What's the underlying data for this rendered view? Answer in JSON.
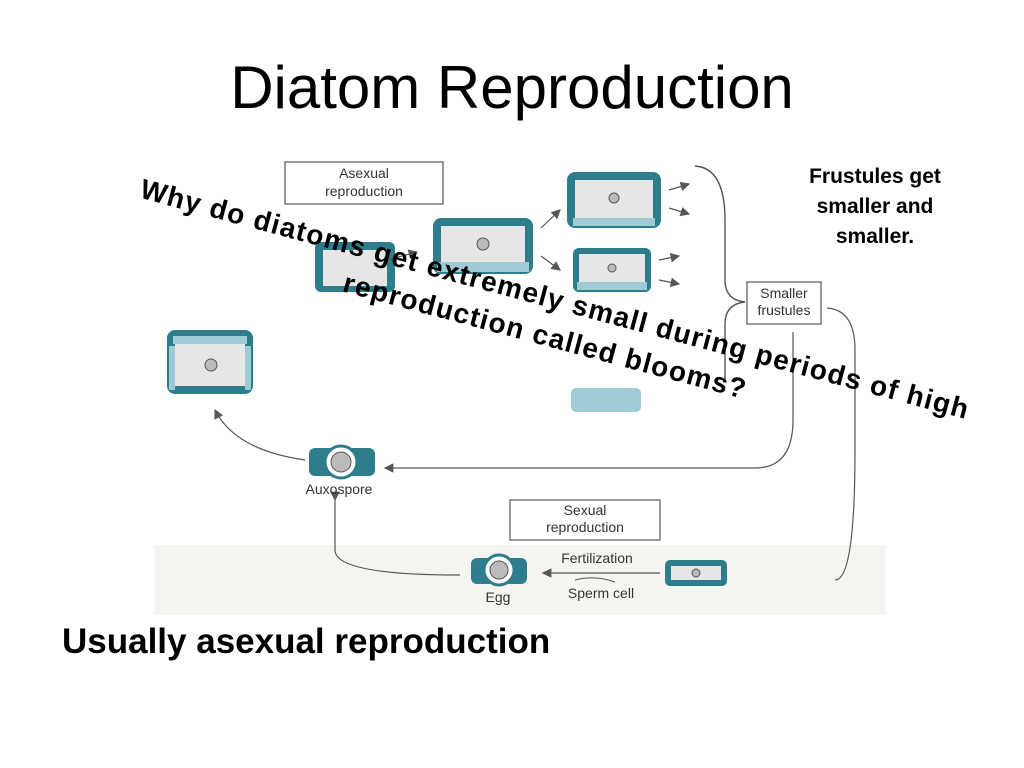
{
  "slide": {
    "title": "Diatom Reproduction",
    "side_note": "Frustules get smaller and smaller.",
    "question": "Why do diatoms get extremely small during periods of high reproduction called blooms?",
    "caption": "Usually asexual reproduction"
  },
  "diagram": {
    "labels": {
      "asexual_line1": "Asexual",
      "asexual_line2": "reproduction",
      "smaller_line1": "Smaller",
      "smaller_line2": "frustules",
      "auxospore": "Auxospore",
      "sexual_line1": "Sexual",
      "sexual_line2": "reproduction",
      "fertilization": "Fertilization",
      "egg": "Egg",
      "sperm": "Sperm cell"
    },
    "colors": {
      "frustule_dark": "#2e7d8c",
      "frustule_light": "#9ecbd4",
      "cell_fill": "#e6e6e6",
      "arrow": "#555555"
    }
  }
}
